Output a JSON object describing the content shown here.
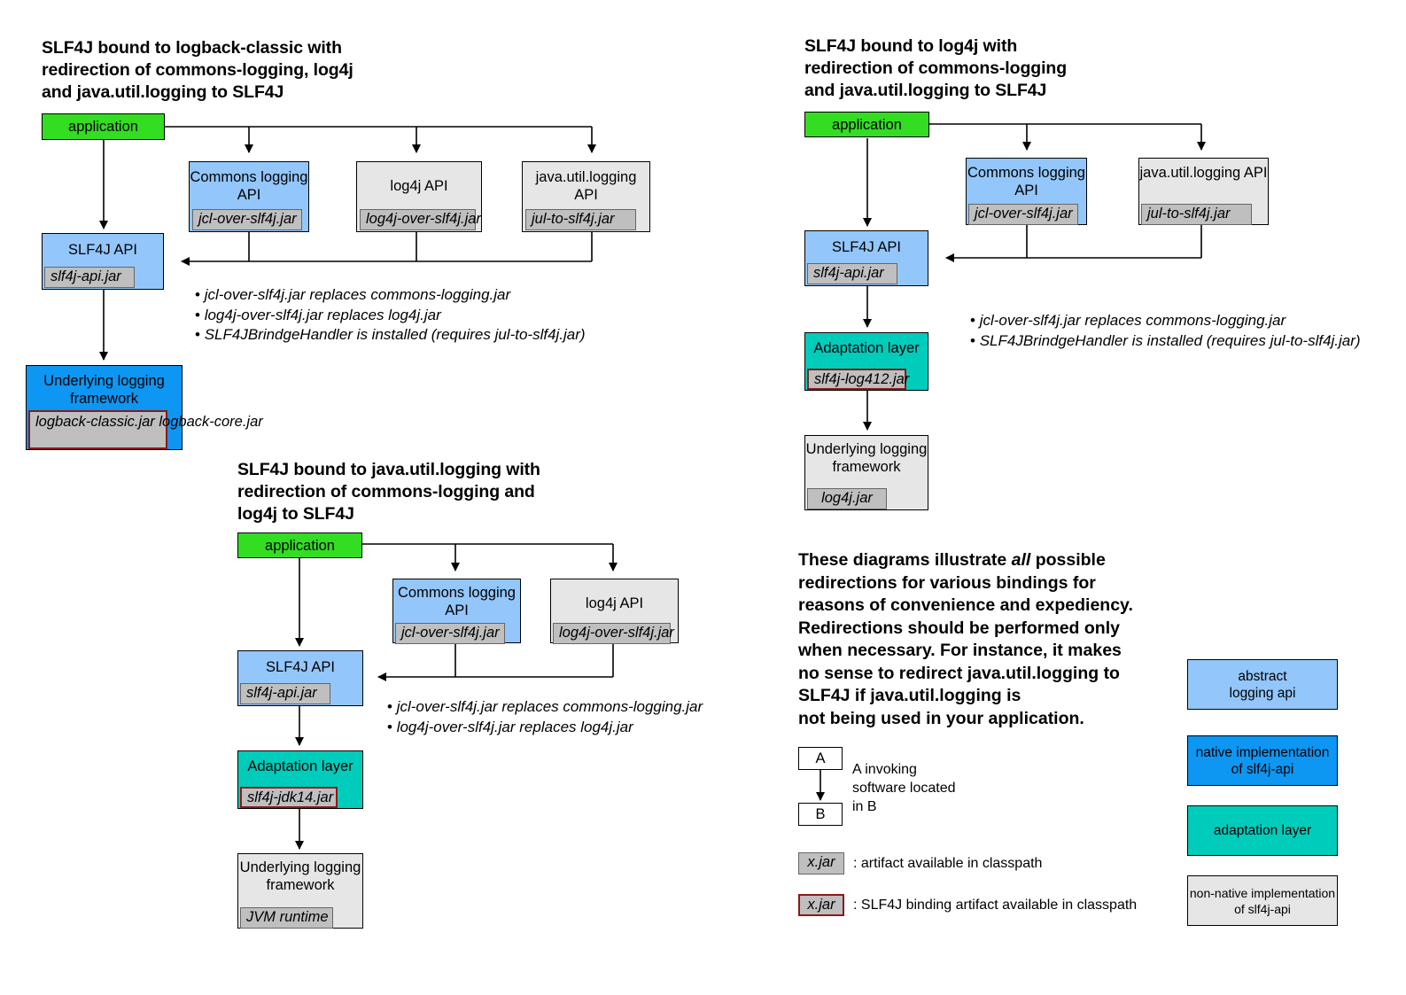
{
  "diagram1": {
    "title": "SLF4J bound to logback-classic with\nredirection of commons-logging, log4j\nand java.util.logging to SLF4J",
    "application": "application",
    "commons": {
      "label": "Commons\nlogging API",
      "jar": "jcl-over-slf4j.jar"
    },
    "log4j": {
      "label": "log4j API",
      "jar": "log4j-over-slf4j.jar"
    },
    "jul": {
      "label": "java.util.logging\nAPI",
      "jar": "jul-to-slf4j.jar"
    },
    "slf4j_api": {
      "label": "SLF4J API",
      "jar": "slf4j-api.jar"
    },
    "underlying": {
      "label": "Underlying logging\nframework",
      "jar": "logback-classic.jar\nlogback-core.jar"
    },
    "bullets": [
      "jcl-over-slf4j.jar replaces commons-logging.jar",
      "log4j-over-slf4j.jar replaces log4j.jar",
      "SLF4JBrindgeHandler is installed (requires jul-to-slf4j.jar)"
    ]
  },
  "diagram2": {
    "title": "SLF4J bound to log4j with\nredirection of commons-logging\nand java.util.logging to SLF4J",
    "application": "application",
    "commons": {
      "label": "Commons\nlogging API",
      "jar": "jcl-over-slf4j.jar"
    },
    "jul": {
      "label": "java.util.logging\nAPI",
      "jar": "jul-to-slf4j.jar"
    },
    "slf4j_api": {
      "label": "SLF4J API",
      "jar": "slf4j-api.jar"
    },
    "adaptation": {
      "label": "Adaptation layer",
      "jar": "slf4j-log412.jar"
    },
    "underlying": {
      "label": "Underlying\nlogging\nframework",
      "jar": "log4j.jar"
    },
    "bullets": [
      "jcl-over-slf4j.jar replaces commons-logging.jar",
      "SLF4JBrindgeHandler is installed (requires jul-to-slf4j.jar)"
    ]
  },
  "diagram3": {
    "title": "SLF4J bound to java.util.logging with\nredirection of commons-logging and\nlog4j to SLF4J",
    "application": "application",
    "commons": {
      "label": "Commons\nlogging API",
      "jar": "jcl-over-slf4j.jar"
    },
    "log4j": {
      "label": "log4j API",
      "jar": "log4j-over-slf4j.jar"
    },
    "slf4j_api": {
      "label": "SLF4J API",
      "jar": "slf4j-api.jar"
    },
    "adaptation": {
      "label": "Adaptation layer",
      "jar": "slf4j-jdk14.jar"
    },
    "underlying": {
      "label": "Underlying\nlogging\nframework",
      "jar": "JVM runtime"
    },
    "bullets": [
      "jcl-over-slf4j.jar replaces commons-logging.jar",
      "log4j-over-slf4j.jar replaces log4j.jar"
    ]
  },
  "note": {
    "part1": "These diagrams illustrate ",
    "emph": "all",
    "part2": " possible\nredirections for various bindings for\nreasons of convenience and expediency.\nRedirections should be performed only\nwhen necessary. For instance, it makes\nno sense to redirect java.util.logging to\nSLF4J if java.util.logging is\nnot being used in your application."
  },
  "legend": {
    "invoke": {
      "a": "A",
      "b": "B",
      "caption": "A invoking\nsoftware located\nin B"
    },
    "jar_plain": {
      "chip": "x.jar",
      "caption": ": artifact available in classpath"
    },
    "jar_binding": {
      "chip": "x.jar",
      "caption": ": SLF4J binding artifact available in classpath"
    },
    "colors": [
      {
        "label": "abstract\nlogging api",
        "color": "#93c6fb"
      },
      {
        "label": "native implementation\nof slf4j-api",
        "color": "#0d96f2"
      },
      {
        "label": "adaptation layer",
        "color": "#00ccbb"
      },
      {
        "label": "non-native implementation\nof slf4j-api",
        "color": "#e6e6e6"
      }
    ]
  }
}
